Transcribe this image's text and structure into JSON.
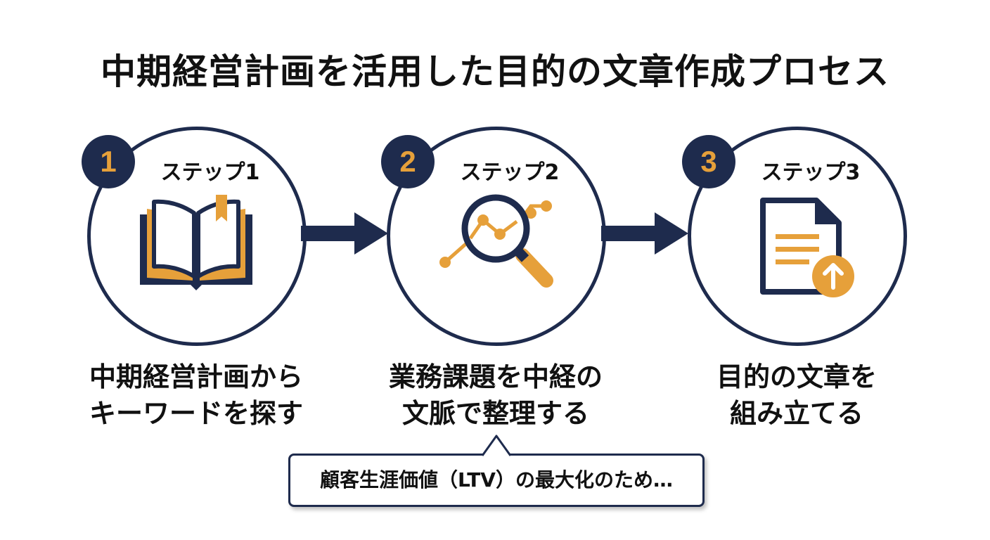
{
  "title": "中期経営計画を活用した目的の文章作成プロセス",
  "steps": [
    {
      "number": "1",
      "label": "ステップ1",
      "icon": "open-book-icon",
      "desc_line1": "中期経営計画から",
      "desc_line2": "キーワードを探す"
    },
    {
      "number": "2",
      "label": "ステップ2",
      "icon": "magnifier-chart-icon",
      "desc_line1": "業務課題を中経の",
      "desc_line2": "文脈で整理する"
    },
    {
      "number": "3",
      "label": "ステップ3",
      "icon": "document-upload-icon",
      "desc_line1": "目的の文章を",
      "desc_line2": "組み立てる"
    }
  ],
  "callout": {
    "text": "顧客生涯価値（LTV）の最大化のため…"
  },
  "colors": {
    "navy": "#1e2b4d",
    "accent": "#e6a03a"
  }
}
